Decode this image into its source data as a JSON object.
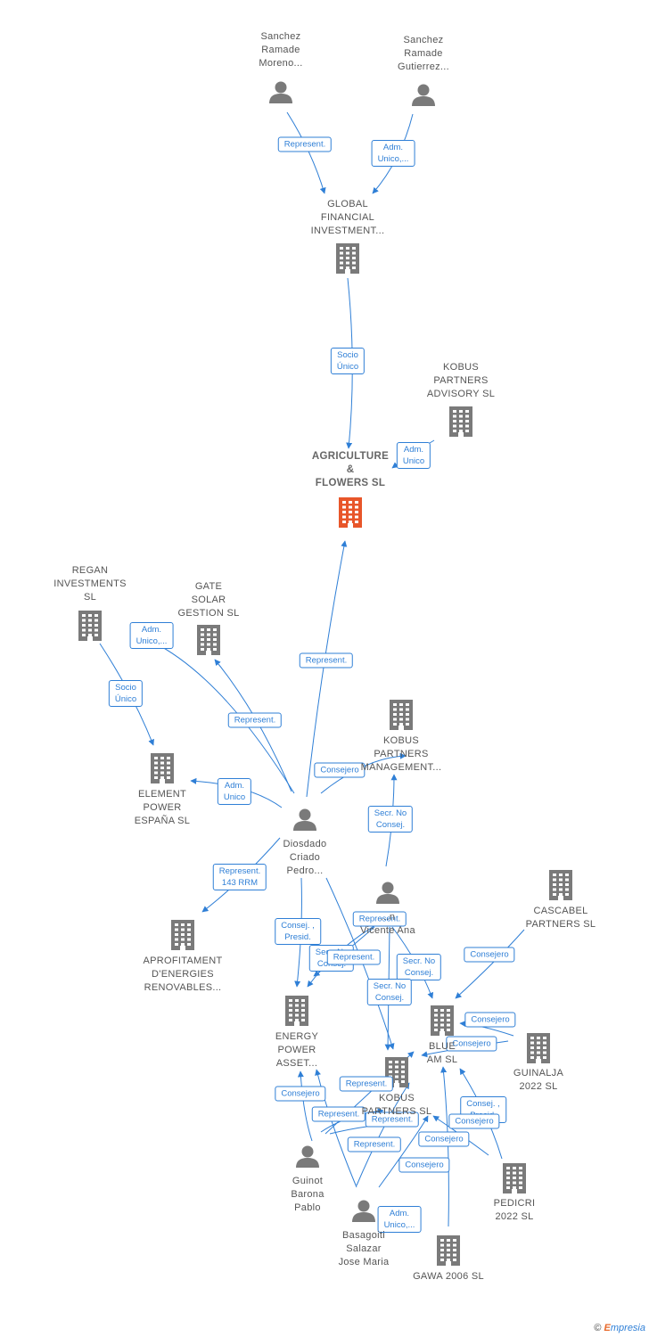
{
  "nodes": [
    {
      "id": "sanchez_moreno",
      "type": "person",
      "label": [
        "Sanchez",
        "Ramade",
        "Moreno..."
      ]
    },
    {
      "id": "sanchez_gutierrez",
      "type": "person",
      "label": [
        "Sanchez",
        "Ramade",
        "Gutierrez..."
      ]
    },
    {
      "id": "global_financial",
      "type": "company",
      "label": [
        "GLOBAL",
        "FINANCIAL",
        "INVESTMENT..."
      ]
    },
    {
      "id": "kobus_advisory",
      "type": "company",
      "label": [
        "KOBUS",
        "PARTNERS",
        "ADVISORY SL"
      ]
    },
    {
      "id": "agriculture",
      "type": "company",
      "main": true,
      "label": [
        "AGRICULTURE",
        "&",
        "FLOWERS SL"
      ]
    },
    {
      "id": "regan",
      "type": "company",
      "label": [
        "REGAN",
        "INVESTMENTS",
        "SL"
      ]
    },
    {
      "id": "gate_solar",
      "type": "company",
      "label": [
        "GATE",
        "SOLAR",
        "GESTION SL"
      ]
    },
    {
      "id": "element_power",
      "type": "company",
      "label": [
        "ELEMENT",
        "POWER",
        "ESPAÑA SL"
      ]
    },
    {
      "id": "kobus_management",
      "type": "company",
      "label": [
        "KOBUS",
        "PARTNERS",
        "MANAGEMENT..."
      ]
    },
    {
      "id": "diosdado",
      "type": "person",
      "label": [
        "Diosdado",
        "Criado",
        "Pedro..."
      ]
    },
    {
      "id": "vicente",
      "type": "person",
      "label": [
        "...n",
        "Vicente Ana"
      ]
    },
    {
      "id": "cascabel",
      "type": "company",
      "label": [
        "CASCABEL",
        "PARTNERS SL"
      ]
    },
    {
      "id": "aprofitament",
      "type": "company",
      "label": [
        "APROFITAMENT",
        "D'ENERGIES",
        "RENOVABLES..."
      ]
    },
    {
      "id": "energy_power",
      "type": "company",
      "label": [
        "ENERGY",
        "POWER",
        "ASSET..."
      ]
    },
    {
      "id": "blue_am",
      "type": "company",
      "label": [
        "BLUE",
        "AM SL"
      ]
    },
    {
      "id": "guinalja",
      "type": "company",
      "label": [
        "GUINALJA",
        "2022 SL"
      ]
    },
    {
      "id": "kobus_partners_sl",
      "type": "company",
      "label": [
        "KOBUS",
        "PARTNERS SL"
      ]
    },
    {
      "id": "guinot",
      "type": "person",
      "label": [
        "Guinot",
        "Barona",
        "Pablo"
      ]
    },
    {
      "id": "pedicri",
      "type": "company",
      "label": [
        "PEDICRI",
        "2022 SL"
      ]
    },
    {
      "id": "basagoiti",
      "type": "person",
      "label": [
        "Basagoiti",
        "Salazar",
        "Jose Maria"
      ]
    },
    {
      "id": "gawa",
      "type": "company",
      "label": [
        "GAWA 2006 SL"
      ]
    }
  ],
  "edges": [
    {
      "from": "sanchez_moreno",
      "to": "global_financial",
      "label": [
        "Represent."
      ]
    },
    {
      "from": "sanchez_gutierrez",
      "to": "global_financial",
      "label": [
        "Adm.",
        "Unico,..."
      ]
    },
    {
      "from": "global_financial",
      "to": "agriculture",
      "label": [
        "Socio",
        "Único"
      ]
    },
    {
      "from": "kobus_advisory",
      "to": "agriculture",
      "label": [
        "Adm.",
        "Unico"
      ]
    },
    {
      "from": "diosdado",
      "to": "agriculture",
      "label": [
        "Represent."
      ]
    },
    {
      "from": "regan",
      "to": "element_power",
      "label": [
        "Socio",
        "Único"
      ]
    },
    {
      "from": "diosdado",
      "to": "regan",
      "label": [
        "Adm.",
        "Unico,..."
      ]
    },
    {
      "from": "diosdado",
      "to": "gate_solar",
      "label": [
        "Represent."
      ]
    },
    {
      "from": "diosdado",
      "to": "element_power",
      "label": [
        "Adm.",
        "Unico"
      ]
    },
    {
      "from": "diosdado",
      "to": "kobus_management",
      "label": [
        "Consejero"
      ]
    },
    {
      "from": "vicente",
      "to": "kobus_management",
      "label": [
        "Secr. No",
        "Consej."
      ]
    },
    {
      "from": "diosdado",
      "to": "aprofitament",
      "label": [
        "Represent.",
        "143 RRM"
      ]
    },
    {
      "from": "diosdado",
      "to": "energy_power",
      "label": [
        "Consej. ,",
        "Presid."
      ]
    },
    {
      "from": "vicente",
      "to": "energy_power",
      "label": [
        "Secr. No",
        "Consej."
      ]
    },
    {
      "from": "diosdado",
      "to": "blue_am",
      "label": [
        "Represent."
      ]
    },
    {
      "from": "vicente",
      "to": "energy_power",
      "label": [
        "Represent."
      ]
    },
    {
      "from": "vicente",
      "to": "blue_am",
      "label": [
        "Secr. No",
        "Consej."
      ]
    },
    {
      "from": "vicente",
      "to": "kobus_partners_sl",
      "label": [
        "Secr. No",
        "Consej."
      ]
    },
    {
      "from": "cascabel",
      "to": "blue_am",
      "label": [
        "Consejero"
      ]
    },
    {
      "from": "guinalja",
      "to": "blue_am",
      "label": [
        "Consejero"
      ]
    },
    {
      "from": "guinalja",
      "to": "kobus_partners_sl",
      "label": [
        "Consejero"
      ]
    },
    {
      "from": "guinot",
      "to": "energy_power",
      "label": [
        "Consejero"
      ]
    },
    {
      "from": "guinot",
      "to": "kobus_partners_sl",
      "label": [
        "Represent."
      ]
    },
    {
      "from": "guinot",
      "to": "blue_am",
      "label": [
        "Represent."
      ]
    },
    {
      "from": "guinot",
      "to": "kobus_partners_sl",
      "label": [
        "Represent."
      ]
    },
    {
      "from": "pedicri",
      "to": "blue_am",
      "label": [
        "Consej. ,",
        "Presid."
      ]
    },
    {
      "from": "pedicri",
      "to": "kobus_partners_sl",
      "label": [
        "Consejero"
      ]
    },
    {
      "from": "basagoiti",
      "to": "kobus_partners_sl",
      "label": [
        "Represent."
      ]
    },
    {
      "from": "basagoiti",
      "to": "blue_am",
      "label": [
        "Consejero"
      ]
    },
    {
      "from": "basagoiti",
      "to": "energy_power",
      "label": [
        "Adm.",
        "Unico,..."
      ]
    },
    {
      "from": "gawa",
      "to": "blue_am",
      "label": [
        "Consejero"
      ]
    }
  ],
  "colors": {
    "edge": "#2f7fd6",
    "icon": "#7a7a7a",
    "main_icon": "#e8562a"
  },
  "footer": {
    "copyright": "©",
    "brand_initial": "E",
    "brand_rest": "mpresia"
  }
}
